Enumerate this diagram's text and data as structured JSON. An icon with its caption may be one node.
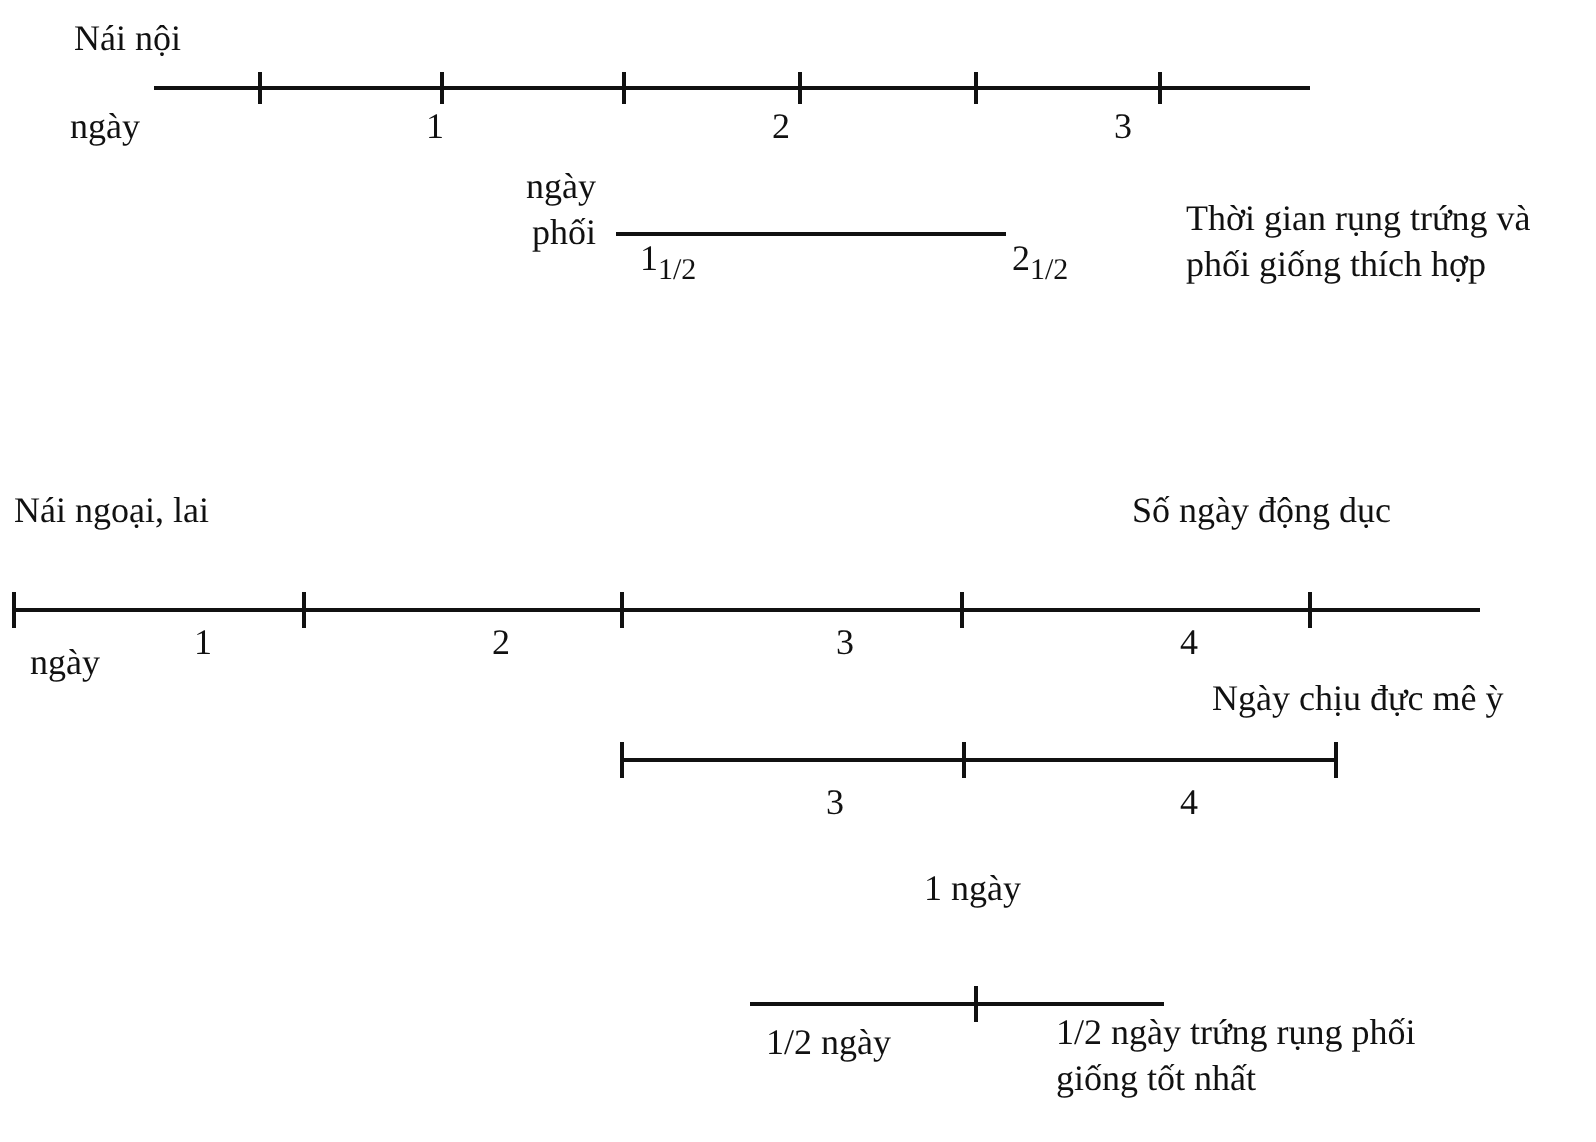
{
  "diagram": {
    "labels": [
      "Nái nội",
      "ngày",
      "1",
      "2",
      "3",
      "ngày phối",
      "1$_{1/2}$",
      "2$_{1/2}$",
      "Thời gian rụng trứng và phối giống thích hợp",
      "Nái ngoại, lai",
      "Số ngày động dục",
      "ngày",
      "1",
      "2",
      "3",
      "4",
      "Ngày chịu đực mê ỳ",
      "3",
      "4",
      "1 ngày",
      "1/2 ngày",
      "1/2 ngày trứng rụng phối giống tốt nhất"
    ]
  }
}
